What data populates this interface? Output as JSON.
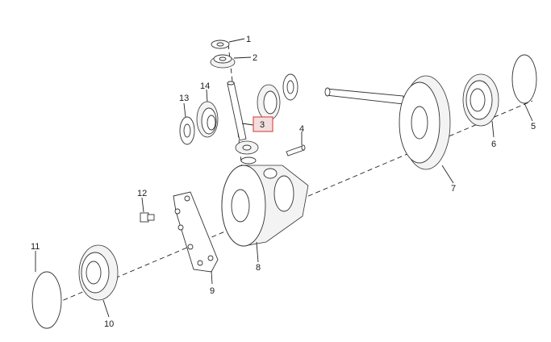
{
  "diagram": {
    "highlight_color": "#d9534f",
    "highlight_fill": "#f2dede",
    "highlighted_label": "3",
    "callouts": [
      {
        "id": "c1",
        "label": "1"
      },
      {
        "id": "c2",
        "label": "2"
      },
      {
        "id": "c3",
        "label": "3"
      },
      {
        "id": "c4",
        "label": "4"
      },
      {
        "id": "c5",
        "label": "5"
      },
      {
        "id": "c6",
        "label": "6"
      },
      {
        "id": "c7",
        "label": "7"
      },
      {
        "id": "c8",
        "label": "8"
      },
      {
        "id": "c9",
        "label": "9"
      },
      {
        "id": "c10",
        "label": "10"
      },
      {
        "id": "c11",
        "label": "11"
      },
      {
        "id": "c12",
        "label": "12"
      },
      {
        "id": "c13",
        "label": "13"
      },
      {
        "id": "c14",
        "label": "14"
      }
    ]
  }
}
